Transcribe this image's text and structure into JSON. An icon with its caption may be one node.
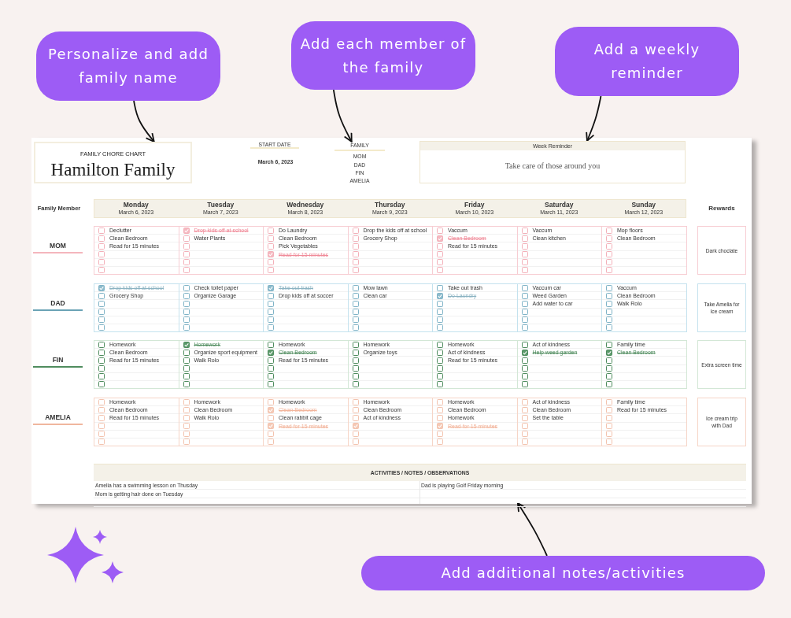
{
  "diagram": {
    "nodes": [
      {
        "text": [
          "Personalize and add family name"
        ]
      },
      {
        "text": [
          "Add each member of the family"
        ]
      },
      {
        "text": [
          "Add a weekly reminder"
        ]
      },
      {
        "text": [
          "FAMILY CHORE CHART",
          "Hamilton Family"
        ]
      },
      {
        "text": [
          "FAMILY",
          "MOM",
          "DAD",
          "FIN",
          "AMELIA"
        ]
      },
      {
        "text": [
          "Week Reminder",
          "Take care of those around you"
        ]
      },
      {
        "text": [
          "MOM"
        ]
      },
      {
        "text": [
          "Declutter",
          "Clean Bedroom",
          "Read for 15 minutes"
        ],
        "in": 6
      },
      {
        "text": [
          "Drop kids off at school",
          "Water Plants"
        ],
        "in": 6
      },
      {
        "text": [
          "Do Laundry",
          "Clean Bedroom",
          "Pick Vegetables",
          "Read for 15 minutes"
        ],
        "in": 6
      },
      {
        "text": [
          "Drop the kids off at school",
          "Grocery Shop"
        ],
        "in": 6
      },
      {
        "text": [
          "Vaccum",
          "Clean Bedroom",
          "Read for 15 minutes"
        ],
        "in": 6
      },
      {
        "text": [
          "Vaccum",
          "Clean kitchen"
        ],
        "in": 6
      },
      {
        "text": [
          "Mop floors",
          "Clean Bedroom"
        ],
        "in": 6
      },
      {
        "text": [
          "Dark choclate"
        ]
      },
      {
        "text": [
          "DAD"
        ]
      },
      {
        "text": [
          "Drop kids off at school",
          "Grocery Shop"
        ],
        "in": 15
      },
      {
        "text": [
          "Check toilet paper",
          "Organize Garage"
        ],
        "in": 15
      },
      {
        "text": [
          "Take out trash",
          "Drop kids off at soccer"
        ],
        "in": 15
      },
      {
        "text": [
          "Mow lawn",
          "Clean car"
        ],
        "in": 15
      },
      {
        "text": [
          "Take out trash",
          "Do Laundry"
        ],
        "in": 15
      },
      {
        "text": [
          "Vaccum car",
          "Weed Garden",
          "Add water to car"
        ],
        "in": 15
      },
      {
        "text": [
          "Vaccum",
          "Clean Bedroom",
          "Walk Rolo"
        ],
        "in": 15
      },
      {
        "text": [
          "Take Amelia for Ice cream"
        ]
      },
      {
        "text": [
          "FIN"
        ]
      },
      {
        "text": [
          "Homework",
          "Clean Bedroom",
          "Read for 15 minutes"
        ],
        "in": 24
      },
      {
        "text": [
          "Homework",
          "Organize sport equipment",
          "Walk Rolo"
        ],
        "in": 24
      },
      {
        "text": [
          "Homework",
          "Clean Bedroom",
          "Read for 15 minutes"
        ],
        "in": 24
      },
      {
        "text": [
          "Homework",
          "Organize toys"
        ],
        "in": 24
      },
      {
        "text": [
          "Homework",
          "Act of kindness",
          "Read for 15 minutes"
        ],
        "in": 24
      },
      {
        "text": [
          "Act of kindness",
          "Help weed garden"
        ],
        "in": 24
      },
      {
        "text": [
          "Family time",
          "Clean Bedroom"
        ],
        "in": 24
      },
      {
        "text": [
          "Extra screen time"
        ]
      },
      {
        "text": [
          "AMELIA"
        ]
      },
      {
        "text": [
          "Homework",
          "Clean Bedroom",
          "Read for 15 minutes"
        ],
        "in": 33
      },
      {
        "text": [
          "Homework",
          "Clean Bedroom",
          "Walk Rolo"
        ],
        "in": 33
      },
      {
        "text": [
          "Homework",
          "Clean Bedroom",
          "Clean rabbit cage",
          "Read for 15 minutes"
        ],
        "in": 33
      },
      {
        "text": [
          "Homework",
          "Clean Bedroom",
          "Act of kindness"
        ],
        "in": 33
      },
      {
        "text": [
          "Homework",
          "Clean Bedroom",
          "Homework",
          "Read for 15 minutes"
        ],
        "in": 33
      },
      {
        "text": [
          "Act of kindness",
          "Clean Bedroom",
          "Set the table"
        ],
        "in": 33
      },
      {
        "text": [
          "Family time",
          "Read for 15 minutes"
        ],
        "in": 33
      },
      {
        "text": [
          "Ice cream trip with Dad"
        ]
      },
      {
        "text": [
          "ACTIVITIES / NOTES / OBSERVATIONS",
          "Amelia has a swimming lesson on Thusday",
          "Dad is playing Golf Friday morning",
          "Mom is getting hair done on Tuesday"
        ]
      },
      {
        "text": [
          "Add additional notes/activities"
        ]
      }
    ],
    "edges": [
      {
        "from": 0,
        "to": 3,
        "arrow": "to"
      },
      {
        "from": 1,
        "to": 4,
        "arrow": "to"
      },
      {
        "from": 2,
        "to": 5,
        "arrow": "to"
      },
      {
        "from": 43,
        "to": 42,
        "arrow": "to"
      }
    ],
    "labels": [
      "START DATE",
      "March 6, 2023",
      "Family Member",
      "Monday",
      "March 6, 2023",
      "Tuesday",
      "March 7, 2023",
      "Wednesday",
      "March 8, 2023",
      "Thursday",
      "March 9, 2023",
      "Friday",
      "March 10, 2023",
      "Saturday",
      "March 11, 2023",
      "Sunday",
      "March 12, 2023",
      "Rewards"
    ]
  }
}
